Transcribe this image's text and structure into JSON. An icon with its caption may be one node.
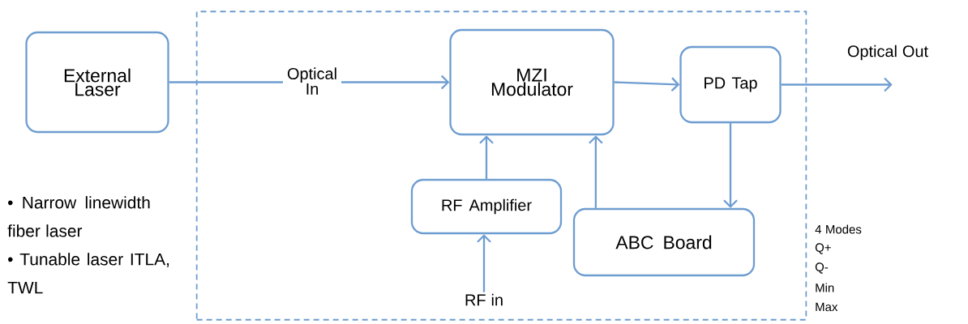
{
  "diagram": {
    "nodes": [
      {
        "text": [],
        "shape": "box"
      },
      {
        "text": [
          "External Laser"
        ]
      },
      {
        "text": [
          "MZI Modulator"
        ],
        "in": 0
      },
      {
        "text": [
          "PD Tap"
        ],
        "in": 0
      },
      {
        "text": [
          "RF Amplifier"
        ],
        "in": 0
      },
      {
        "text": [
          "ABC Board"
        ],
        "in": 0
      },
      {
        "text": [
          "RF in"
        ],
        "in": 0
      }
    ],
    "edges": [
      {
        "from": 1,
        "to": 2,
        "arrow": "to",
        "label": "Optical In"
      },
      {
        "from": 2,
        "to": 3,
        "arrow": "to"
      },
      {
        "from": 3,
        "to": null,
        "arrow": "to",
        "label": "Optical Out"
      },
      {
        "from": 3,
        "to": 5,
        "arrow": "to"
      },
      {
        "from": 4,
        "to": 2,
        "arrow": "to"
      },
      {
        "from": 5,
        "to": 2,
        "arrow": "to"
      },
      {
        "from": 6,
        "to": 4,
        "arrow": "to"
      }
    ],
    "labels": [
      "• Narrow linewidth fiber laser",
      "• Tunable laser ITLA, TWL",
      "4 Modes",
      "Q+",
      "Q-",
      "Min",
      "Max"
    ]
  }
}
